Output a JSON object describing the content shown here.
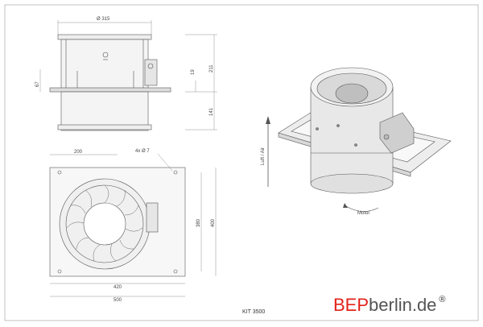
{
  "drawing": {
    "title": "KIT 3500",
    "logo": {
      "brand": "BEP",
      "domain": "berlin.de",
      "registered": "®"
    },
    "side_view": {
      "dim_diameter": "Ø 315",
      "dim_height_top": "211",
      "dim_19": "19",
      "dim_67": "67",
      "dim_height_bottom": "141"
    },
    "top_view": {
      "dim_200": "200",
      "dim_holes": "4x Ø 7",
      "dim_380": "380",
      "dim_400": "400",
      "dim_420": "420",
      "dim_500": "500"
    },
    "iso_view": {
      "airflow_label": "Luft / Air",
      "motor_label": "Motor"
    }
  }
}
